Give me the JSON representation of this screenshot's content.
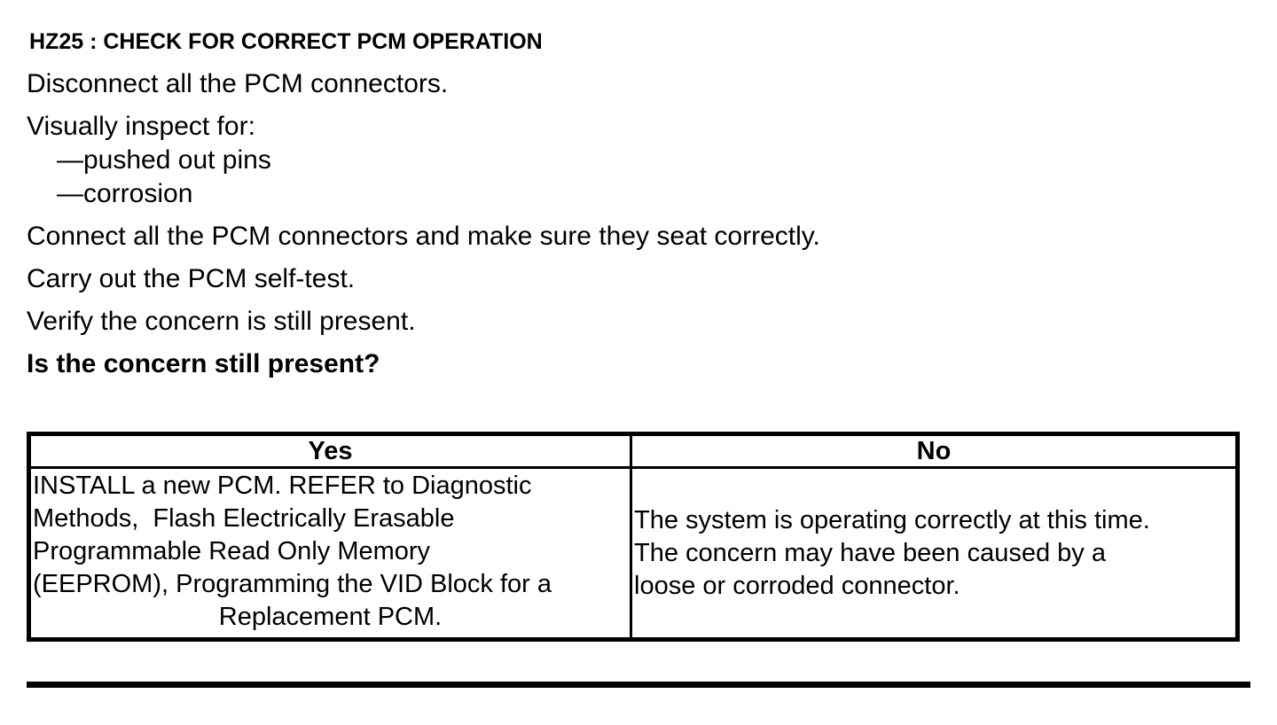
{
  "heading": "HZ25 : CHECK FOR CORRECT PCM OPERATION",
  "steps": {
    "disconnect": "Disconnect all the PCM connectors.",
    "inspect_intro": "Visually inspect for:",
    "inspect_items": [
      "—pushed out pins",
      "—corrosion"
    ],
    "connect": "Connect all the PCM connectors and make sure they seat correctly.",
    "self_test": "Carry out the PCM self-test.",
    "verify": "Verify the concern is still present.",
    "question": "Is the concern still present?"
  },
  "result_table": {
    "headers": {
      "yes": "Yes",
      "no": "No"
    },
    "yes_action_lines": [
      "INSTALL a new PCM. REFER to Diagnostic",
      "Methods,  Flash Electrically Erasable",
      "Programmable Read Only Memory",
      "(EEPROM), Programming the VID Block for a",
      "Replacement PCM."
    ],
    "no_action_lines": [
      "The system is operating correctly at this time.",
      "The concern may have been caused by a",
      "loose or corroded connector."
    ]
  },
  "colors": {
    "text": "#000000",
    "background": "#ffffff",
    "table_border": "#000000"
  }
}
